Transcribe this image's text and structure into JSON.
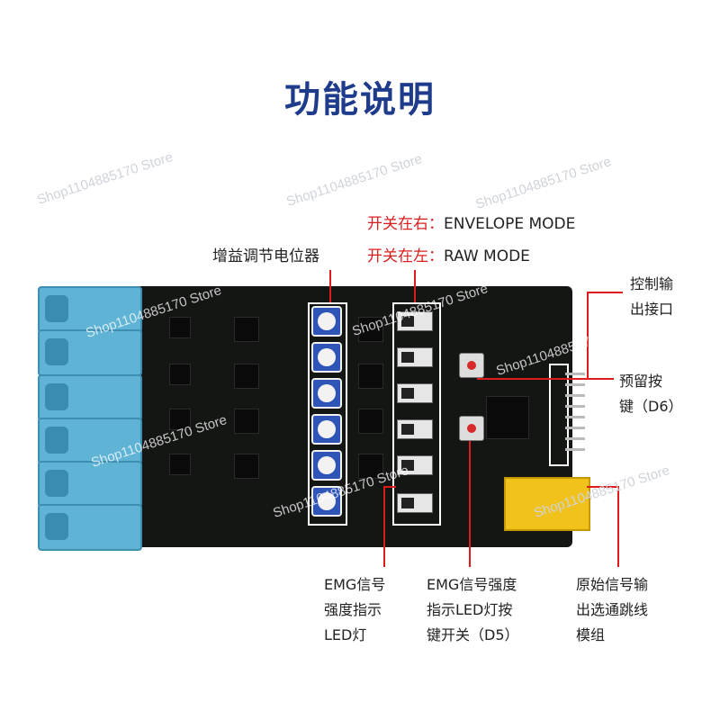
{
  "title": "功能说明",
  "watermark": "Shop1104885170 Store",
  "switch_right": {
    "prefix": "开关在右：",
    "text": "ENVELOPE MODE"
  },
  "switch_left": {
    "prefix": "开关在左：",
    "text": "RAW MODE"
  },
  "gain_pot_label": "增益调节电位器",
  "control_output": [
    "控制输",
    "出接口"
  ],
  "reserved_key": [
    "预留按",
    "键（D6）"
  ],
  "emg_led": [
    "EMG信号",
    "强度指示",
    "LED灯"
  ],
  "emg_switch": [
    "EMG信号强度",
    "指示LED灯按",
    "键开关（D5）"
  ],
  "raw_output": [
    "原始信号输",
    "出选通跳线",
    "模组"
  ],
  "colors": {
    "title": "#1f3c8c",
    "accent": "#d81e1e",
    "board": "#141614",
    "jack": "#5fb3d4"
  }
}
